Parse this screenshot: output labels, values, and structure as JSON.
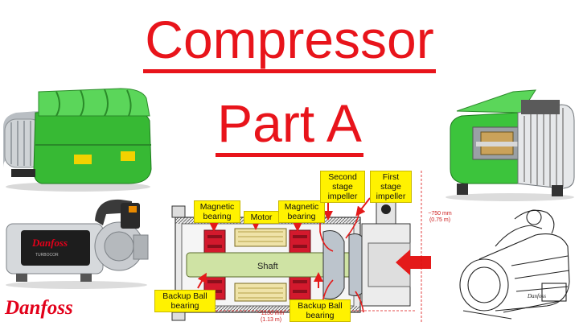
{
  "title": {
    "line1": "Compressor",
    "line2": "Part A"
  },
  "labels": {
    "magnetic_bearing_left": "Magnetic bearing",
    "motor": "Motor",
    "magnetic_bearing_right": "Magnetic bearing",
    "second_stage": "Second stage impeller",
    "first_stage": "First stage impeller",
    "shaft": "Shaft",
    "backup_left": "Backup Ball bearing",
    "backup_right": "Backup Ball bearing"
  },
  "dimensions": {
    "height_a": "~750 mm",
    "height_b": "(0.75 m)",
    "length_a": "~1130 mm",
    "length_b": "(1.13 m)"
  },
  "brand": {
    "logo_text": "Danfoss",
    "color": "#e2001a"
  },
  "colors": {
    "title": "#e8141b",
    "label_bg": "#fff200",
    "compressor_green": "#3cc43c"
  }
}
